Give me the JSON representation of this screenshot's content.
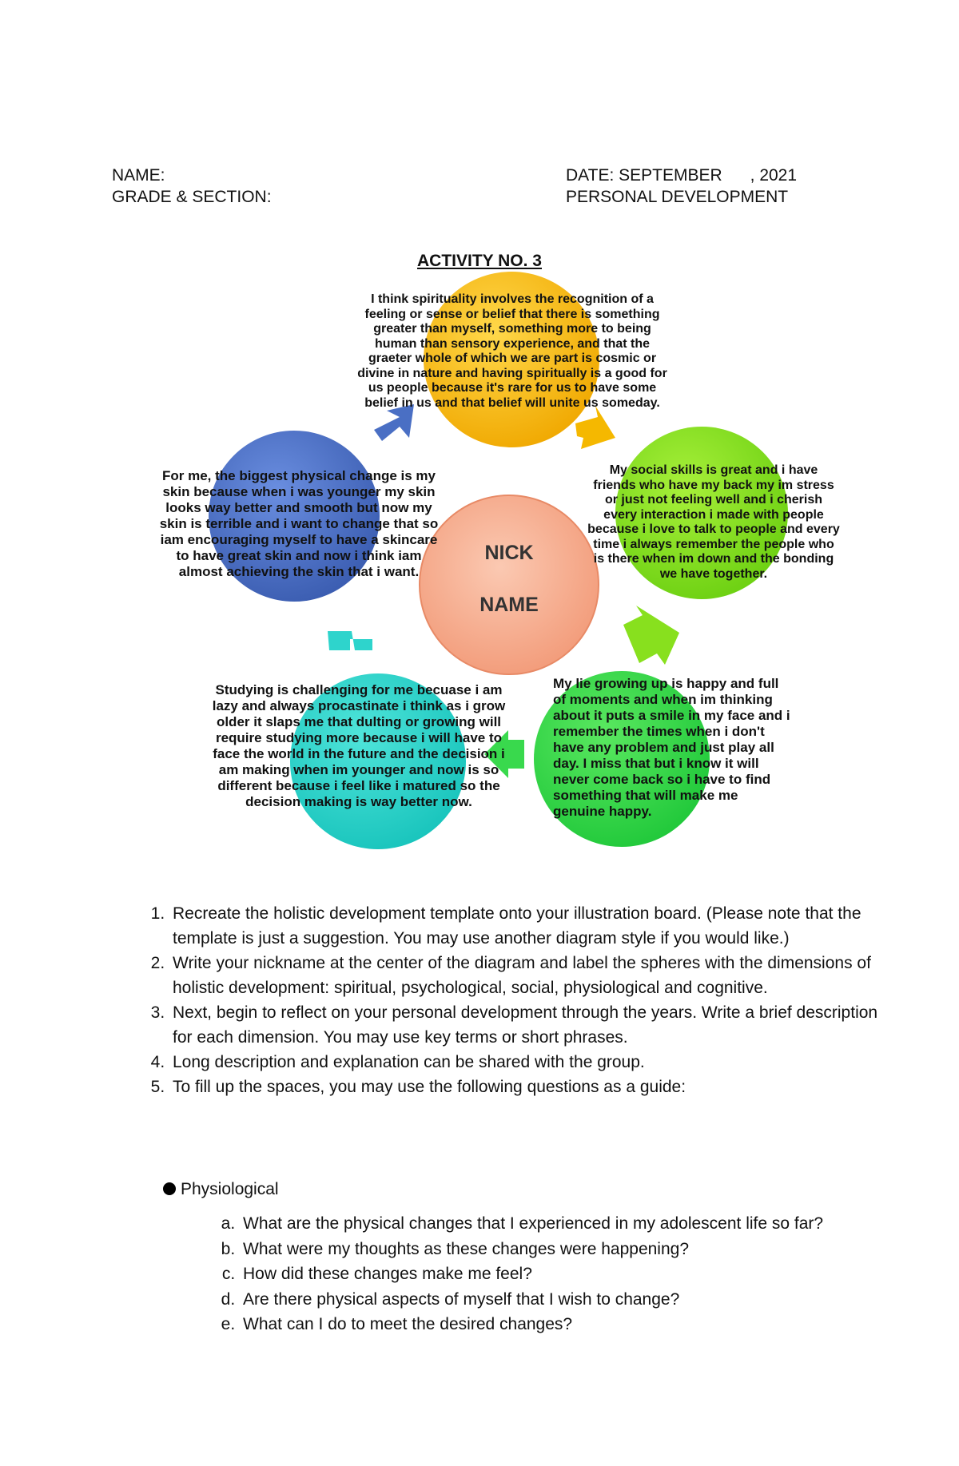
{
  "header": {
    "name_label": "NAME:",
    "grade_label": "GRADE & SECTION:",
    "date_label": "DATE: SEPTEMBER      , 2021",
    "subject": "PERSONAL DEVELOPMENT"
  },
  "title": "ACTIVITY NO. 3",
  "center": {
    "line1": "NICK",
    "line2": "NAME"
  },
  "circles": {
    "spiritual": "I think spirituality involves the recognition of a feeling or sense or belief that there is something greater than myself, something more to being human than sensory experience, and that the graeter whole of which we are part is cosmic or divine in nature and having spiritually is a good for us people because it's rare for us to have some belief in us and that belief will unite us someday.",
    "social": "My social skills is great and i have friends who have my back my im stress or just not feeling well and i cherish every interaction i made with people because i love to talk to people and every time i always remember the people who is there when im down and the bonding we have together.",
    "psychological": "My lie growing up is happy and full of moments and when im thinking about it puts a smile in my face and i remember the times when i don't have any problem and just play all day. I miss that but i know it will never come back so i have to find something that will make me genuine happy.",
    "cognitive": "Studying is challenging for me becuase i am lazy and always procastinate i think as i grow older it slaps me that dulting or growing will require studying more because i will have to face the world in the future and the decision i am making when im younger and now is so different because i feel like i matured so the decision making is way better now.",
    "physiological": "For me, the biggest physical change is my skin because when i was younger my skin looks way better and smooth but now my skin is terrible and i want to change that so iam encouraging myself to have a skincare to have great skin and now i think iam almost achieving the skin that i want."
  },
  "colors": {
    "spiritual": "#f5b800",
    "social": "#88e01e",
    "psychological": "#39d94d",
    "cognitive": "#2ed4cc",
    "physiological": "#4a6fc4",
    "center": "#f5a98a"
  },
  "instructions": [
    "Recreate the holistic development template onto your illustration board. (Please note that the template is just a suggestion. You may use another diagram style if you would like.)",
    "Write your nickname at the center of the diagram and label the spheres with the dimensions of holistic development: spiritual, psychological, social, physiological and cognitive.",
    "Next, begin to reflect on your personal development through the years. Write a brief description for each dimension. You may use key terms or short phrases.",
    "Long description and explanation can be shared with the group.",
    "To fill up the spaces, you may use the following questions as a guide:"
  ],
  "guide": {
    "heading": "Physiological",
    "questions": [
      "What are the physical changes that I experienced in my adolescent life so far?",
      "What were my thoughts as these changes were happening?",
      "How did these changes make me feel?",
      "Are there physical aspects of myself that I wish to change?",
      "What can I do to meet the desired changes?"
    ]
  }
}
